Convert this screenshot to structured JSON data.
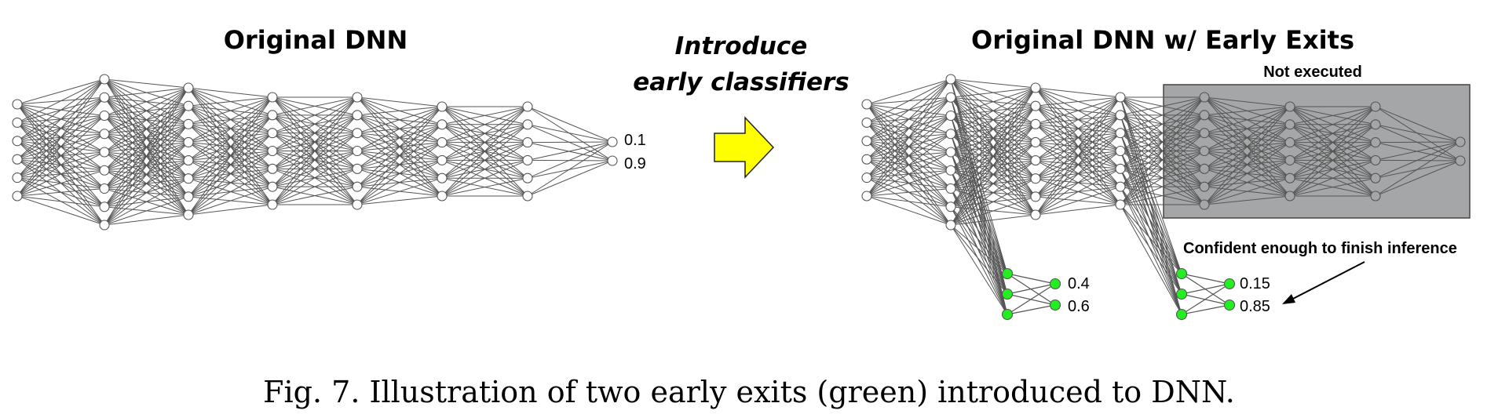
{
  "left_panel": {
    "title": "Original DNN",
    "outputs": [
      "0.1",
      "0.9"
    ]
  },
  "middle": {
    "line1": "Introduce",
    "line2": "early classifiers"
  },
  "right_panel": {
    "title": "Original DNN w/ Early Exits",
    "not_executed_label": "Not executed",
    "confident_label": "Confident enough to finish inference",
    "exit1_outputs": [
      "0.4",
      "0.6"
    ],
    "exit2_outputs": [
      "0.15",
      "0.85"
    ]
  },
  "caption": "Fig. 7.  Illustration of two early exits (green) introduced to DNN.",
  "colors": {
    "exit_node": "#22ee22",
    "arrow": "#ffff00",
    "not_executed_box": "#a4a6a8",
    "edge": "#555555"
  }
}
